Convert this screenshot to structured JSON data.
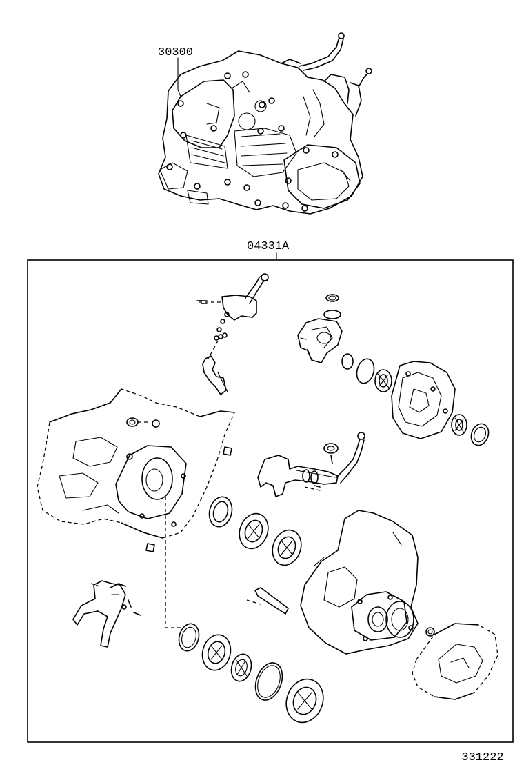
{
  "labels": {
    "transaxle_assy": "30300",
    "overhaul_kit": "04331A",
    "illustration_id": "331222"
  }
}
